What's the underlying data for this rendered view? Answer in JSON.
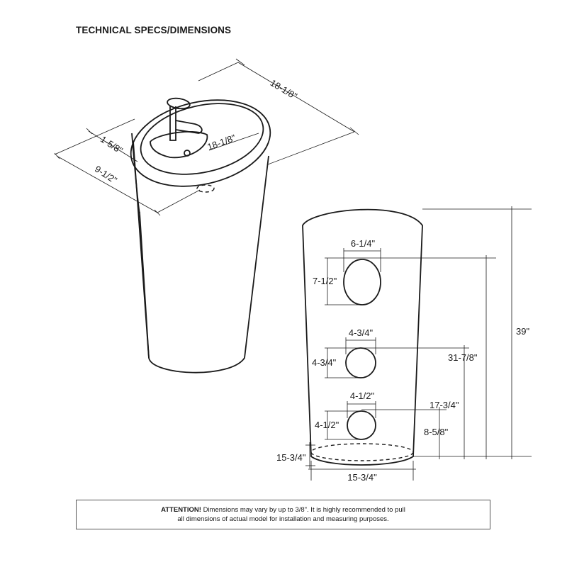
{
  "title": "TECHNICAL SPECS/DIMENSIONS",
  "isometric_view": {
    "dims": {
      "top_width": "18-1/8\"",
      "top_depth": "18-1/8\"",
      "rim": "1-5/8\"",
      "bowl_depth": "9-1/2\""
    }
  },
  "front_view": {
    "dims": {
      "overall_height": "39\"",
      "top_hole_width": "6-1/4\"",
      "top_hole_height": "7-1/2\"",
      "mid_hole_width": "4-3/4\"",
      "mid_hole_height": "4-3/4\"",
      "mid_hole_elevation": "31-7/8\"",
      "low_hole_width": "4-1/2\"",
      "low_hole_height": "4-1/2\"",
      "low_hole_elevation": "17-3/4\"",
      "low_hole_bottom": "8-5/8\"",
      "base_depth": "15-3/4\"",
      "base_width": "15-3/4\""
    }
  },
  "notice": {
    "label": "ATTENTION!",
    "line1": "Dimensions may vary by up to 3/8\". It is highly recommended to pull",
    "line2": "all dimensions of actual model for installation and measuring purposes."
  }
}
